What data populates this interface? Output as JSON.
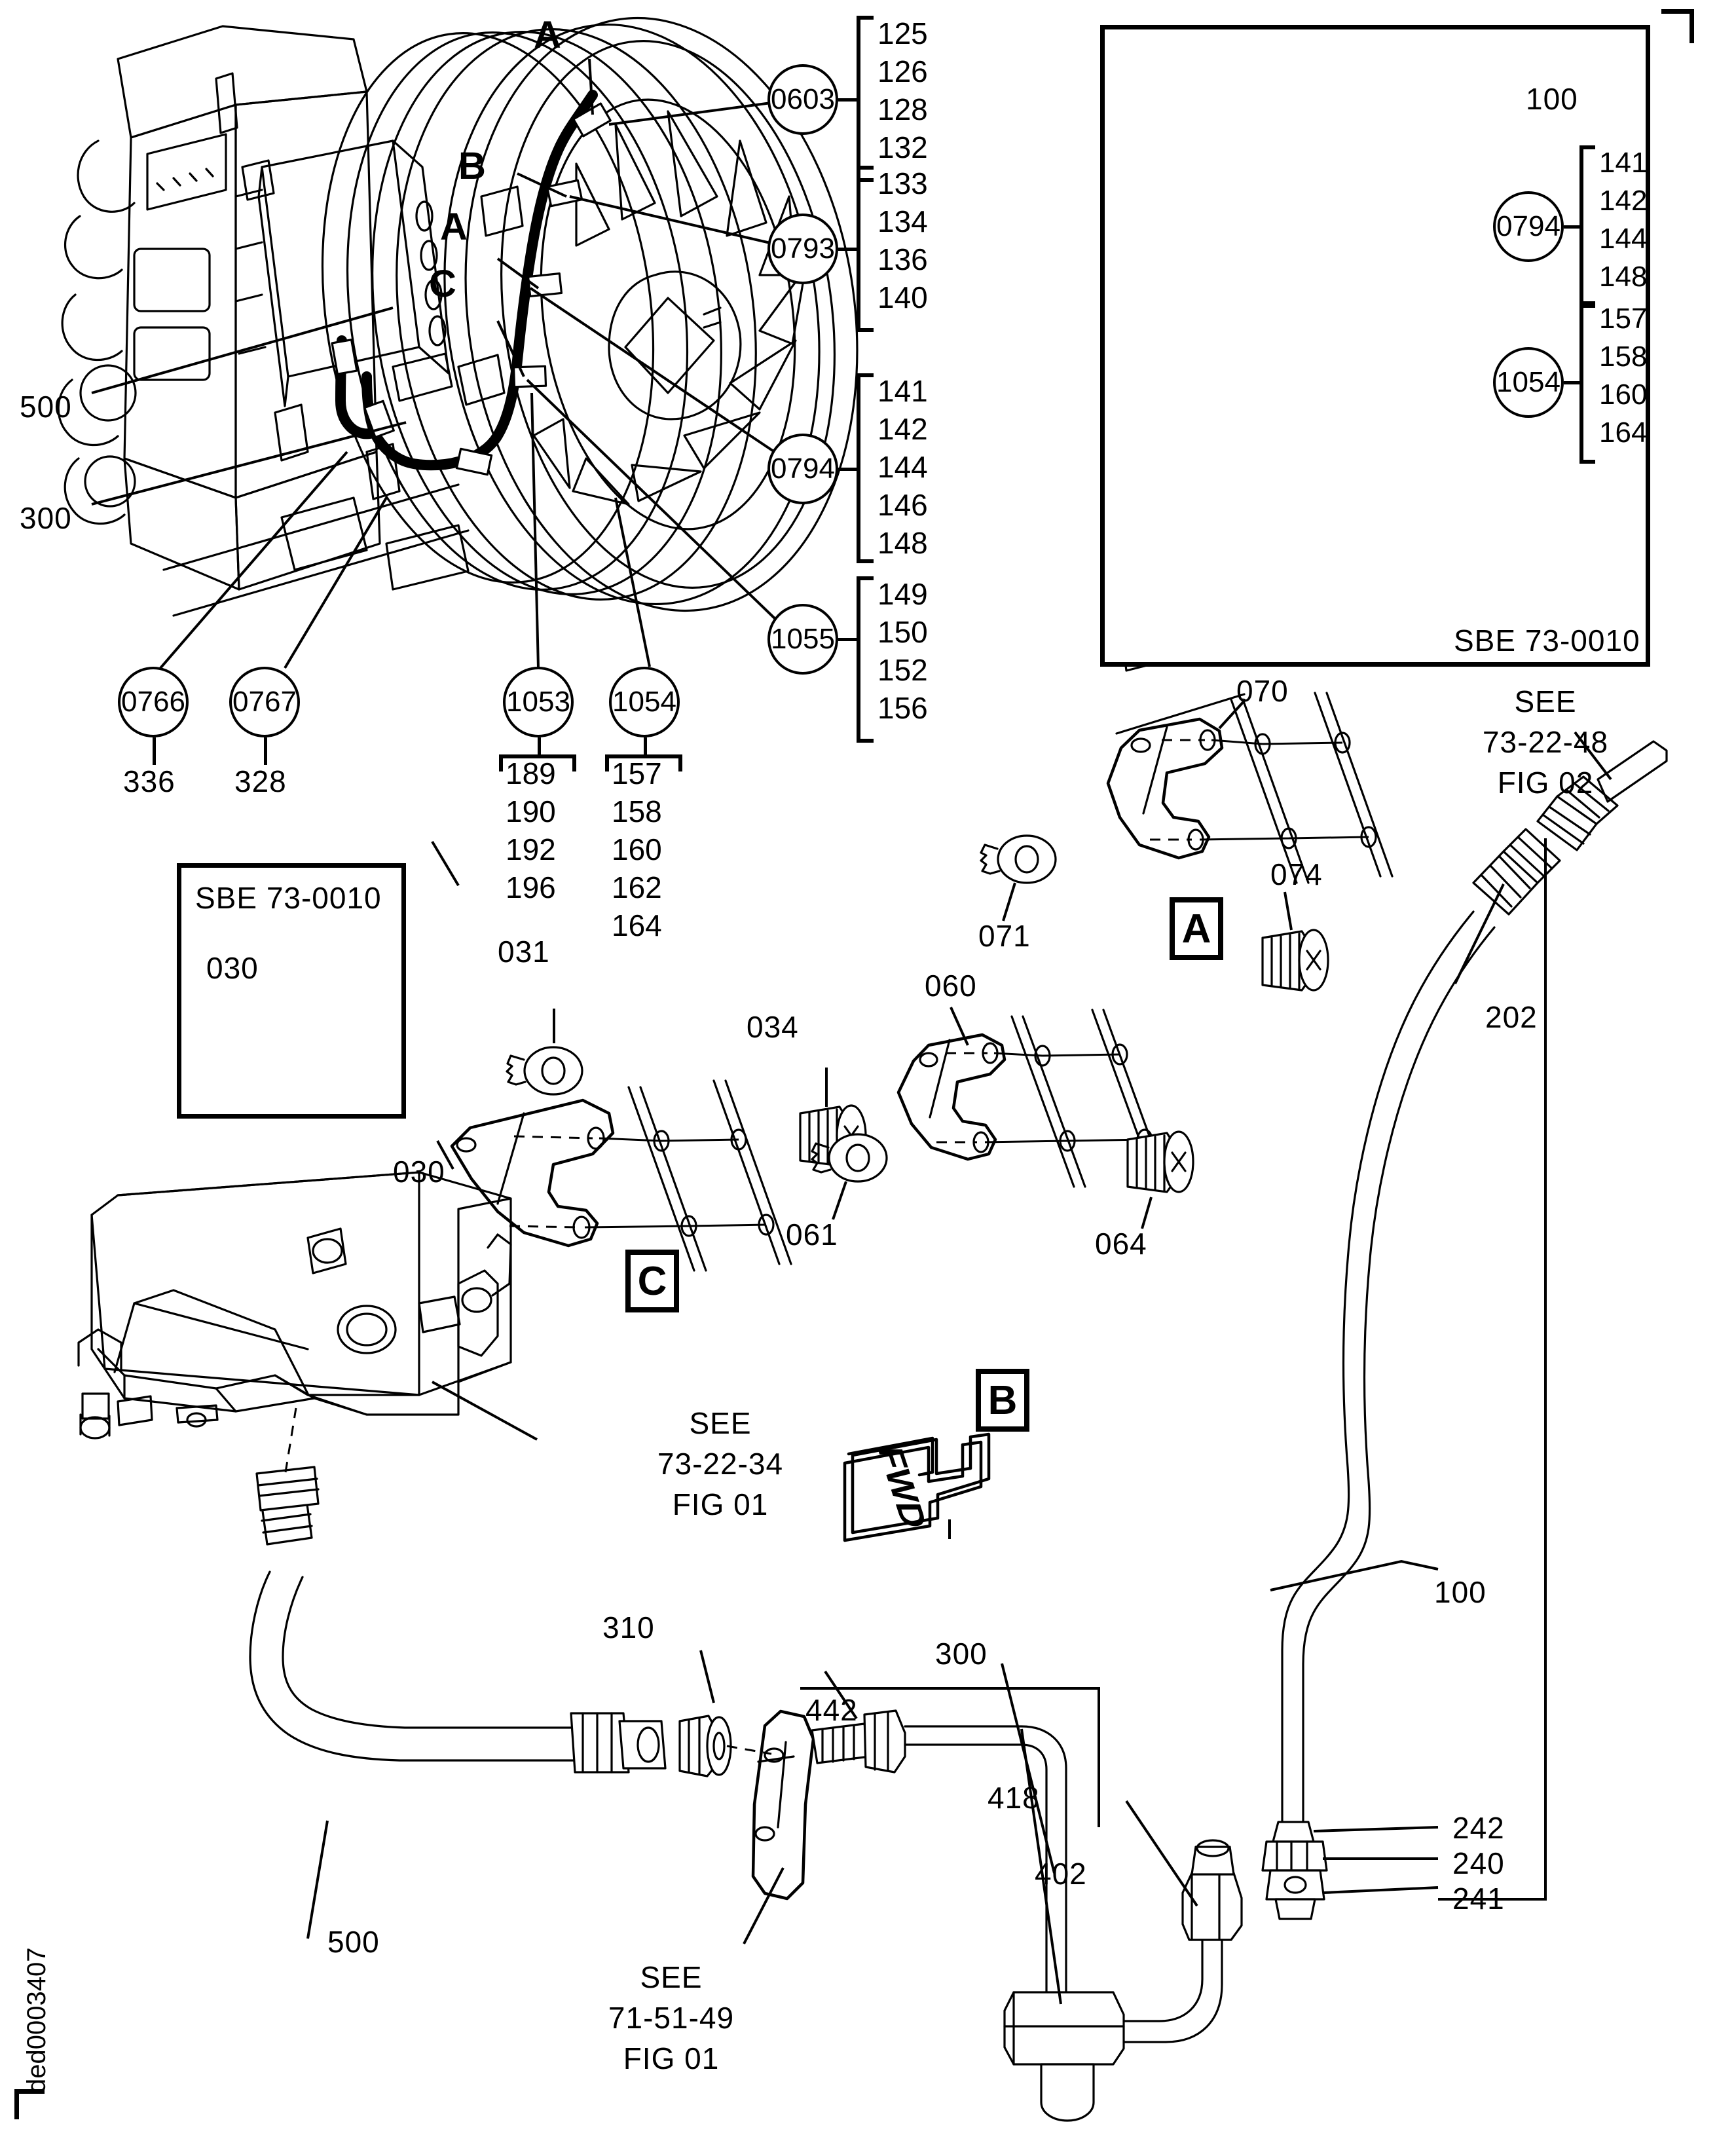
{
  "figure": {
    "drawing_id": "ded0003407",
    "sbe_note": "SBE 73-0010"
  },
  "main_view": {
    "detail_letters": [
      {
        "id": "A-top",
        "label": "A"
      },
      {
        "id": "B-top",
        "label": "B"
      },
      {
        "id": "A-mid",
        "label": "A"
      },
      {
        "id": "C-mid",
        "label": "C"
      }
    ],
    "left_labels": [
      {
        "id": "lbl-500",
        "label": "500"
      },
      {
        "id": "lbl-300",
        "label": "300"
      }
    ],
    "callouts": [
      {
        "id": "co-0603",
        "label": "0603",
        "items": [
          "125",
          "126",
          "128",
          "132"
        ]
      },
      {
        "id": "co-0793",
        "label": "0793",
        "items": [
          "133",
          "134",
          "136",
          "140"
        ]
      },
      {
        "id": "co-0794",
        "label": "0794",
        "items": [
          "141",
          "142",
          "144",
          "146",
          "148"
        ]
      },
      {
        "id": "co-1055",
        "label": "1055",
        "items": [
          "149",
          "150",
          "152",
          "156"
        ]
      }
    ],
    "bottom_callouts": [
      {
        "id": "co-0766",
        "label": "0766",
        "item": "336"
      },
      {
        "id": "co-0767",
        "label": "0767",
        "item": "328"
      },
      {
        "id": "co-1053",
        "label": "1053",
        "items": [
          "189",
          "190",
          "192",
          "196"
        ]
      },
      {
        "id": "co-1054",
        "label": "1054",
        "items": [
          "157",
          "158",
          "160",
          "162",
          "164"
        ]
      }
    ]
  },
  "inset_sbe_fan": {
    "title": "SBE 73-0010",
    "label_100": "100",
    "callouts": [
      {
        "id": "co-ins-0794",
        "label": "0794",
        "items": [
          "141",
          "142",
          "144",
          "148"
        ]
      },
      {
        "id": "co-ins-1054",
        "label": "1054",
        "items": [
          "157",
          "158",
          "160",
          "164"
        ]
      }
    ]
  },
  "inset_sbe_bracket": {
    "title": "SBE 73-0010",
    "part": "030"
  },
  "detail_A": {
    "box_letter": "A",
    "parts": [
      {
        "id": "p-070",
        "label": "070"
      },
      {
        "id": "p-071",
        "label": "071"
      },
      {
        "id": "p-074",
        "label": "074"
      }
    ]
  },
  "detail_B": {
    "box_letter": "B",
    "parts": [
      {
        "id": "p-060",
        "label": "060"
      },
      {
        "id": "p-061",
        "label": "061"
      },
      {
        "id": "p-064",
        "label": "064"
      }
    ]
  },
  "detail_C": {
    "box_letter": "C",
    "parts": [
      {
        "id": "p-030",
        "label": "030"
      },
      {
        "id": "p-031",
        "label": "031"
      },
      {
        "id": "p-034",
        "label": "034"
      }
    ]
  },
  "right_tube": {
    "see_ref": "SEE\n73-22-48\nFIG 02",
    "label_202": "202",
    "label_100": "100",
    "end_fittings": [
      "242",
      "240",
      "241"
    ]
  },
  "lower_left_assembly": {
    "see_ref": "SEE\n73-22-34\nFIG 01",
    "label_500": "500"
  },
  "lower_mid_assembly": {
    "see_ref": "SEE\n71-51-49\nFIG 01",
    "label_310": "310",
    "label_442": "442",
    "label_300": "300",
    "label_418": "418",
    "label_402": "402"
  },
  "fwd_arrow": {
    "label": "FWD"
  },
  "colors": {
    "ink": "#000000",
    "paper": "#ffffff"
  }
}
